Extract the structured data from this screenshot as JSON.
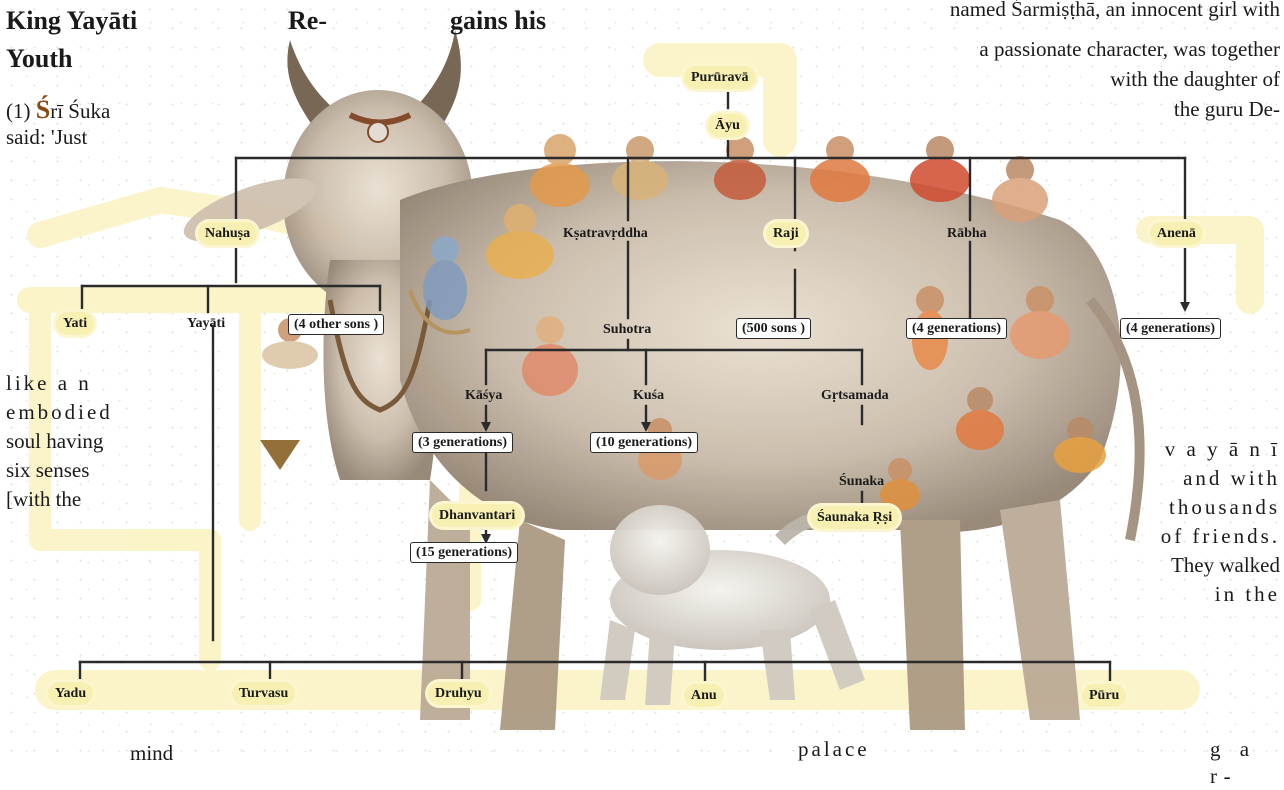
{
  "text": {
    "title_w1": "King Yayāti",
    "title_w2": "Re-",
    "title_w3": "gains his",
    "title_w4": "Youth",
    "intro_num": "(1)",
    "intro_S": "Ś",
    "intro_rest": "rī Śuka",
    "intro_line2": "said: 'Just",
    "left1": "like a n",
    "left2": "embodied",
    "left3": "soul having",
    "left4": "six senses",
    "left5": "[with the",
    "bottom_left": "mind",
    "top_right1": "named Śarmiṣṭhā, an innocent girl with",
    "top_right2": "a passionate character, was together",
    "top_right3": "with the daughter of",
    "top_right4": "the guru De-",
    "right1": "v a y ā n ī",
    "right2": "and with",
    "right3": "thousands",
    "right4": "of friends.",
    "right5": "They walked",
    "right6": "in the",
    "bottom_mid": "palace",
    "bottom_right": "g a r-"
  },
  "tree": {
    "pururava": "Purūravā",
    "ayu": "Āyu",
    "nahusa": "Nahuṣa",
    "ksatravrddha": "Kṣatravṛddha",
    "raji": "Raji",
    "rabha": "Rābha",
    "anena": "Anenā",
    "yati": "Yati",
    "yayati": "Yayāti",
    "other_sons": "(4 other sons )",
    "suhotra": "Suhotra",
    "sons500": "(500 sons )",
    "gen4a": "(4 generations)",
    "gen4b": "(4 generations)",
    "kasya": "Kāśya",
    "kusa": "Kuśa",
    "grtsamada": "Gṛtsamada",
    "gen3": "(3 generations)",
    "gen10": "(10 generations)",
    "sunaka": "Śunaka",
    "dhanvantari": "Dhanvantari",
    "saunaka": "Śaunaka Ṛṣi",
    "gen15": "(15 generations)",
    "yadu": "Yadu",
    "turvasu": "Turvasu",
    "druhyu": "Druhyu",
    "anu": "Anu",
    "puru": "Pūru"
  },
  "colors": {
    "highlight": "#f7f0b2",
    "accent_letter": "#8b4a12",
    "line": "#2b2b2b"
  }
}
